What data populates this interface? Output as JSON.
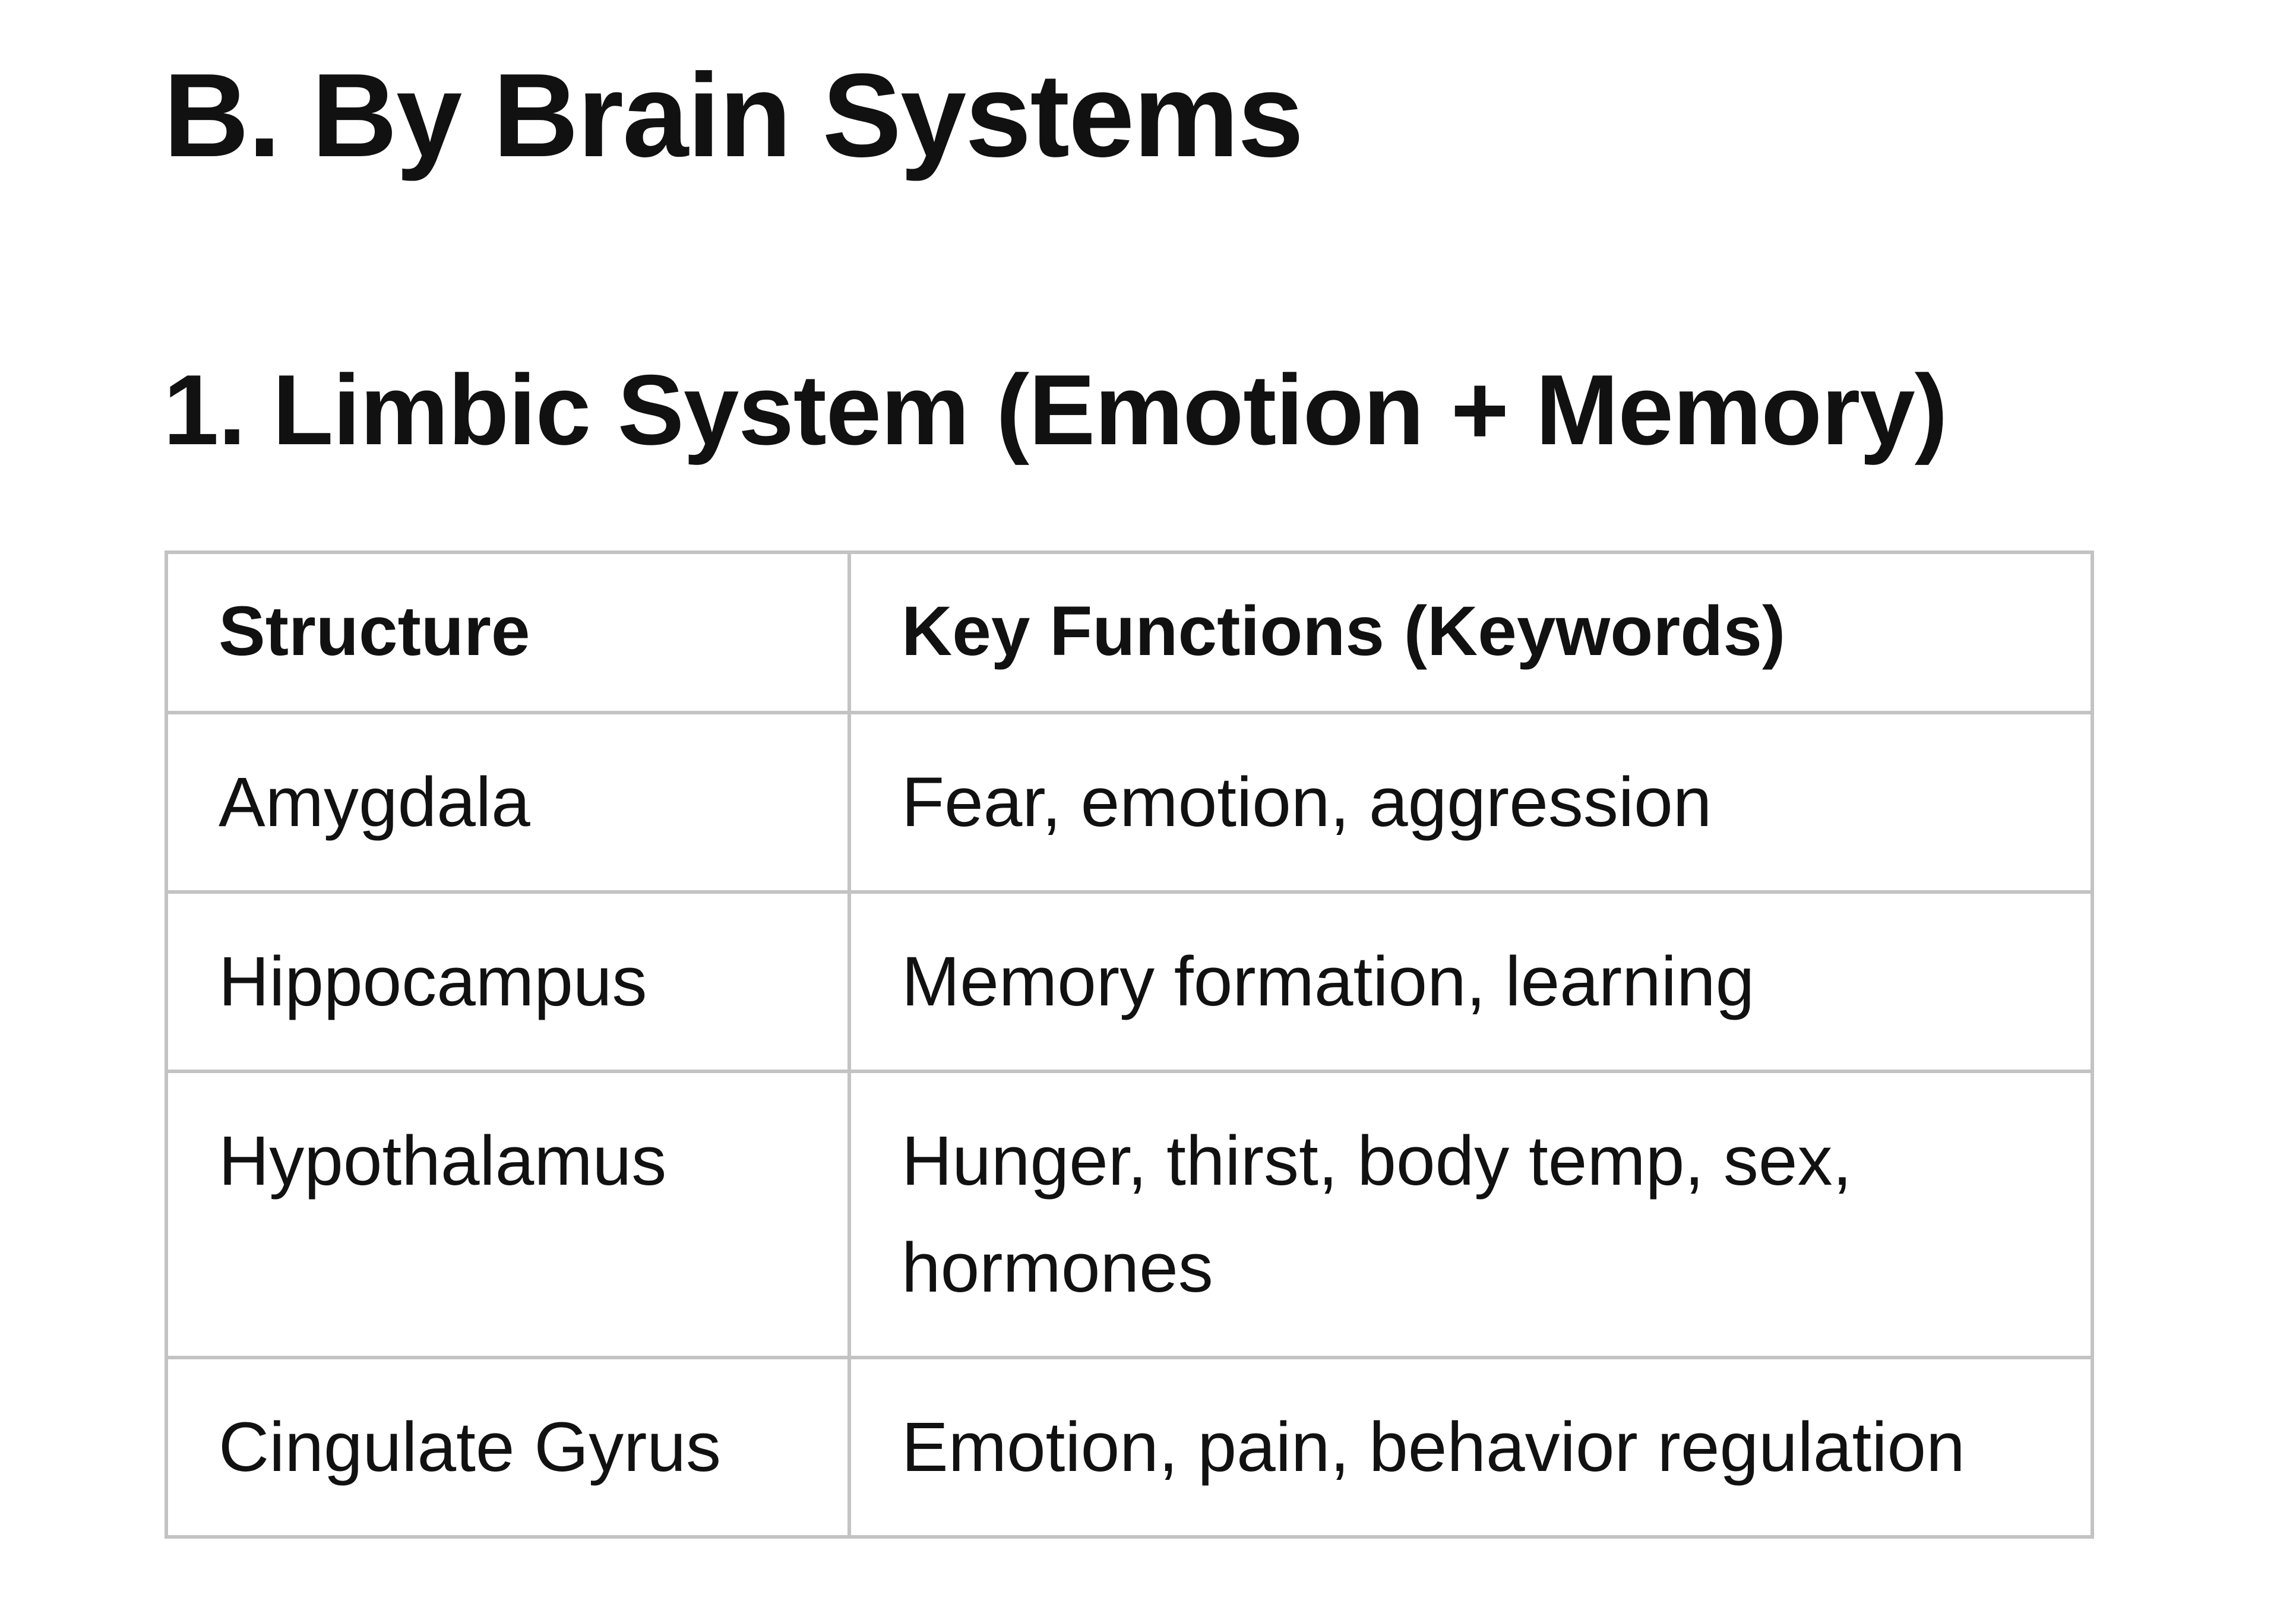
{
  "document": {
    "section_heading": "B. By Brain Systems",
    "subsection_heading": "1. Limbic System (Emotion + Memory)",
    "table": {
      "headers": [
        "Structure",
        "Key Functions (Keywords)"
      ],
      "rows": [
        [
          "Amygdala",
          "Fear, emotion, aggression"
        ],
        [
          "Hippocampus",
          "Memory formation, learning"
        ],
        [
          "Hypothalamus",
          "Hunger, thirst, body temp, sex, hormones"
        ],
        [
          "Cingulate Gyrus",
          "Emotion, pain, behavior regulation"
        ]
      ]
    }
  }
}
